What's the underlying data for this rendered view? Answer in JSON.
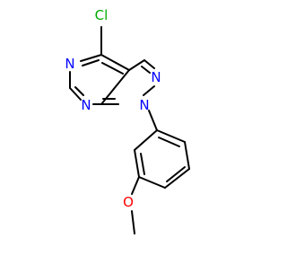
{
  "molecule": {
    "atoms": {
      "cl": {
        "label": "Cl"
      },
      "n_pyrimidine_top": {
        "label": "N"
      },
      "n_pyrimidine_bottom": {
        "label": "N"
      },
      "n_pyrazole_top": {
        "label": "N"
      },
      "n_pyrazole_bottom": {
        "label": "N"
      },
      "o_methoxy": {
        "label": "O"
      }
    },
    "colors": {
      "bond": "#000000",
      "nitrogen": "#0000ff",
      "chlorine": "#00aa00",
      "oxygen": "#ff0000"
    }
  }
}
